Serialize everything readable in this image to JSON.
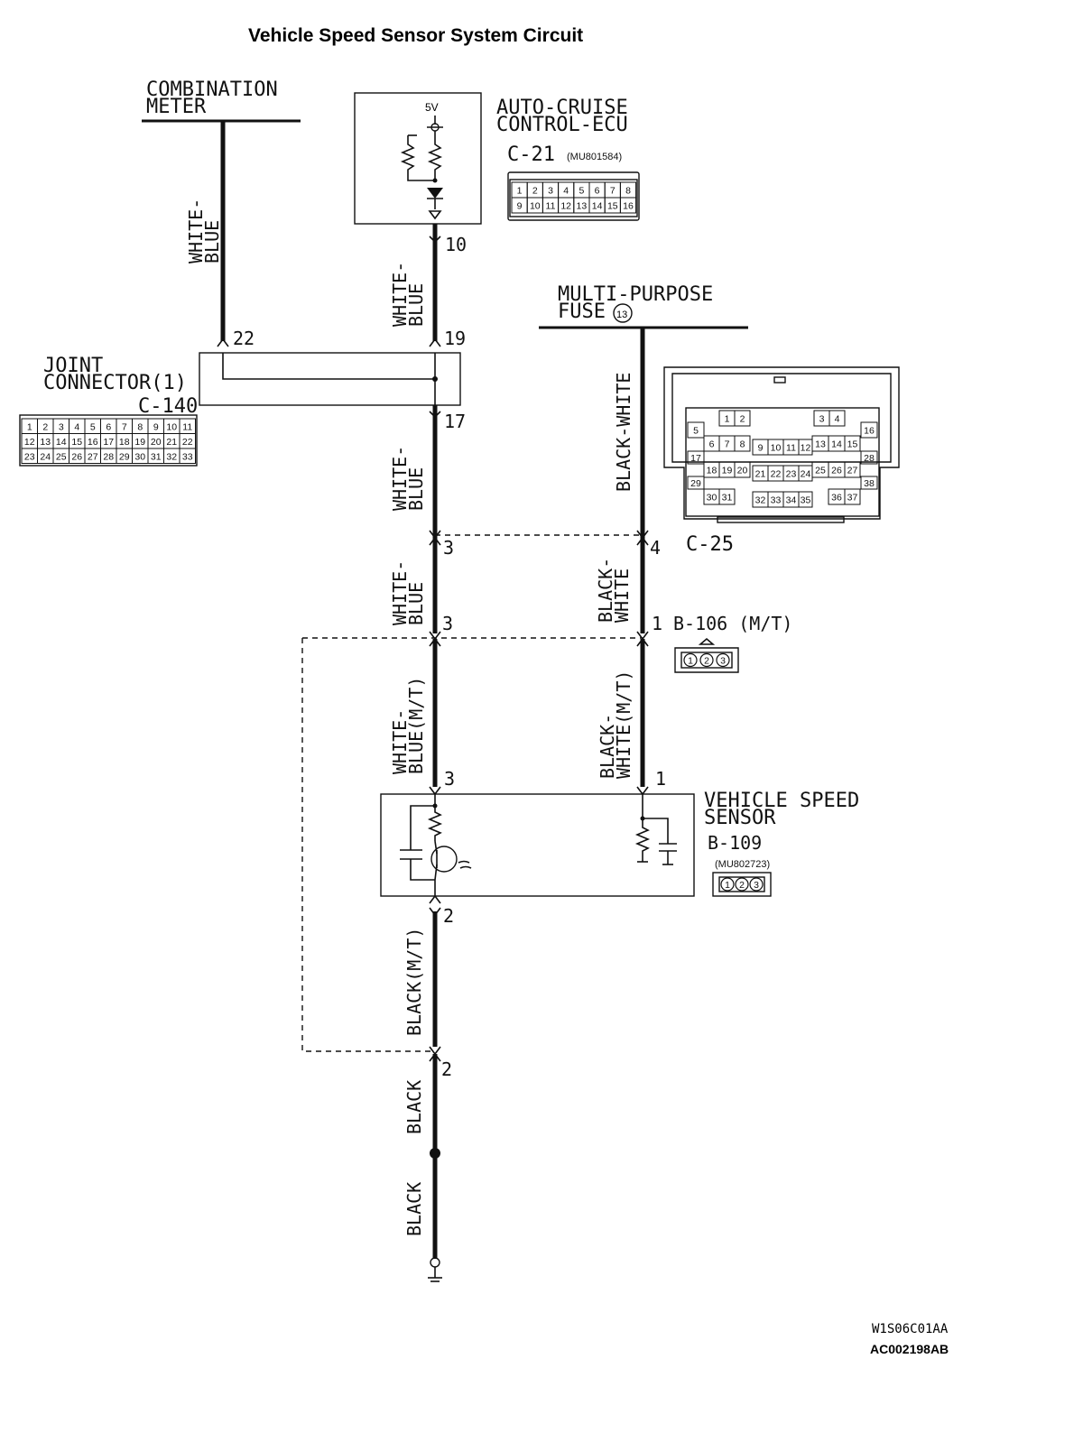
{
  "title": "Vehicle Speed Sensor System Circuit",
  "components": {
    "combination_meter": [
      "COMBINATION",
      "METER"
    ],
    "auto_cruise_ecu": {
      "name": [
        "AUTO-CRUISE",
        "CONTROL-ECU"
      ],
      "supply": "5V",
      "connector": "C-21",
      "part_no": "(MU801584)",
      "pins_top": [
        "1",
        "2",
        "3",
        "4",
        "5",
        "6",
        "7",
        "8"
      ],
      "pins_bottom": [
        "9",
        "10",
        "11",
        "12",
        "13",
        "14",
        "15",
        "16"
      ]
    },
    "joint_connector": {
      "name": [
        "JOINT",
        "CONNECTOR(1)"
      ],
      "connector": "C-140",
      "rows": [
        [
          "1",
          "2",
          "3",
          "4",
          "5",
          "6",
          "7",
          "8",
          "9",
          "10",
          "11"
        ],
        [
          "12",
          "13",
          "14",
          "15",
          "16",
          "17",
          "18",
          "19",
          "20",
          "21",
          "22"
        ],
        [
          "23",
          "24",
          "25",
          "26",
          "27",
          "28",
          "29",
          "30",
          "31",
          "32",
          "33"
        ]
      ]
    },
    "multi_purpose_fuse": {
      "name": "MULTI-PURPOSE",
      "fuse_label": "FUSE",
      "fuse_no": "13"
    },
    "fuse_block": {
      "connector": "C-25",
      "cells": [
        "1",
        "2",
        "3",
        "4",
        "5",
        "6",
        "7",
        "8",
        "9",
        "10",
        "11",
        "12",
        "13",
        "14",
        "15",
        "16",
        "17",
        "18",
        "19",
        "20",
        "21",
        "22",
        "23",
        "24",
        "25",
        "26",
        "27",
        "28",
        "29",
        "30",
        "31",
        "32",
        "33",
        "34",
        "35",
        "36",
        "37",
        "38"
      ]
    },
    "intermediate_connector": {
      "label": "B-106 (M/T)",
      "pins": [
        "1",
        "2",
        "3"
      ]
    },
    "vehicle_speed_sensor": {
      "name": [
        "VEHICLE SPEED",
        "SENSOR"
      ],
      "connector": "B-109",
      "part_no": "(MU802723)",
      "pins": [
        "1",
        "2",
        "3"
      ]
    }
  },
  "wire_labels": {
    "meter_wire": [
      "WHITE-",
      "BLUE"
    ],
    "ecu_wire": [
      "WHITE-",
      "BLUE"
    ],
    "jc_out_wire": [
      "WHITE-",
      "BLUE"
    ],
    "mid_wire": [
      "WHITE-",
      "BLUE"
    ],
    "sensor_sig_wire": [
      "WHITE-",
      "BLUE(M/T)"
    ],
    "fuse_wire": "BLACK-WHITE",
    "fuse_mid_wire": [
      "BLACK-",
      "WHITE"
    ],
    "sensor_pwr_wire": [
      "BLACK-",
      "WHITE(M/T)"
    ],
    "ground_wire_1": "BLACK(M/T)",
    "ground_wire_2": "BLACK",
    "ground_wire_3": "BLACK"
  },
  "pin_numbers": {
    "ecu_pin": "10",
    "jc_in_meter": "22",
    "jc_in_ecu": "19",
    "jc_out": "17",
    "c25_pin": "4",
    "left_conn_upper": "3",
    "left_conn_lower": "3",
    "right_conn": "1",
    "sensor_sig": "3",
    "sensor_pwr": "1",
    "sensor_gnd": "2",
    "gnd_conn": "2"
  },
  "footer": {
    "code1": "W1S06C01AA",
    "code2": "AC002198AB"
  }
}
